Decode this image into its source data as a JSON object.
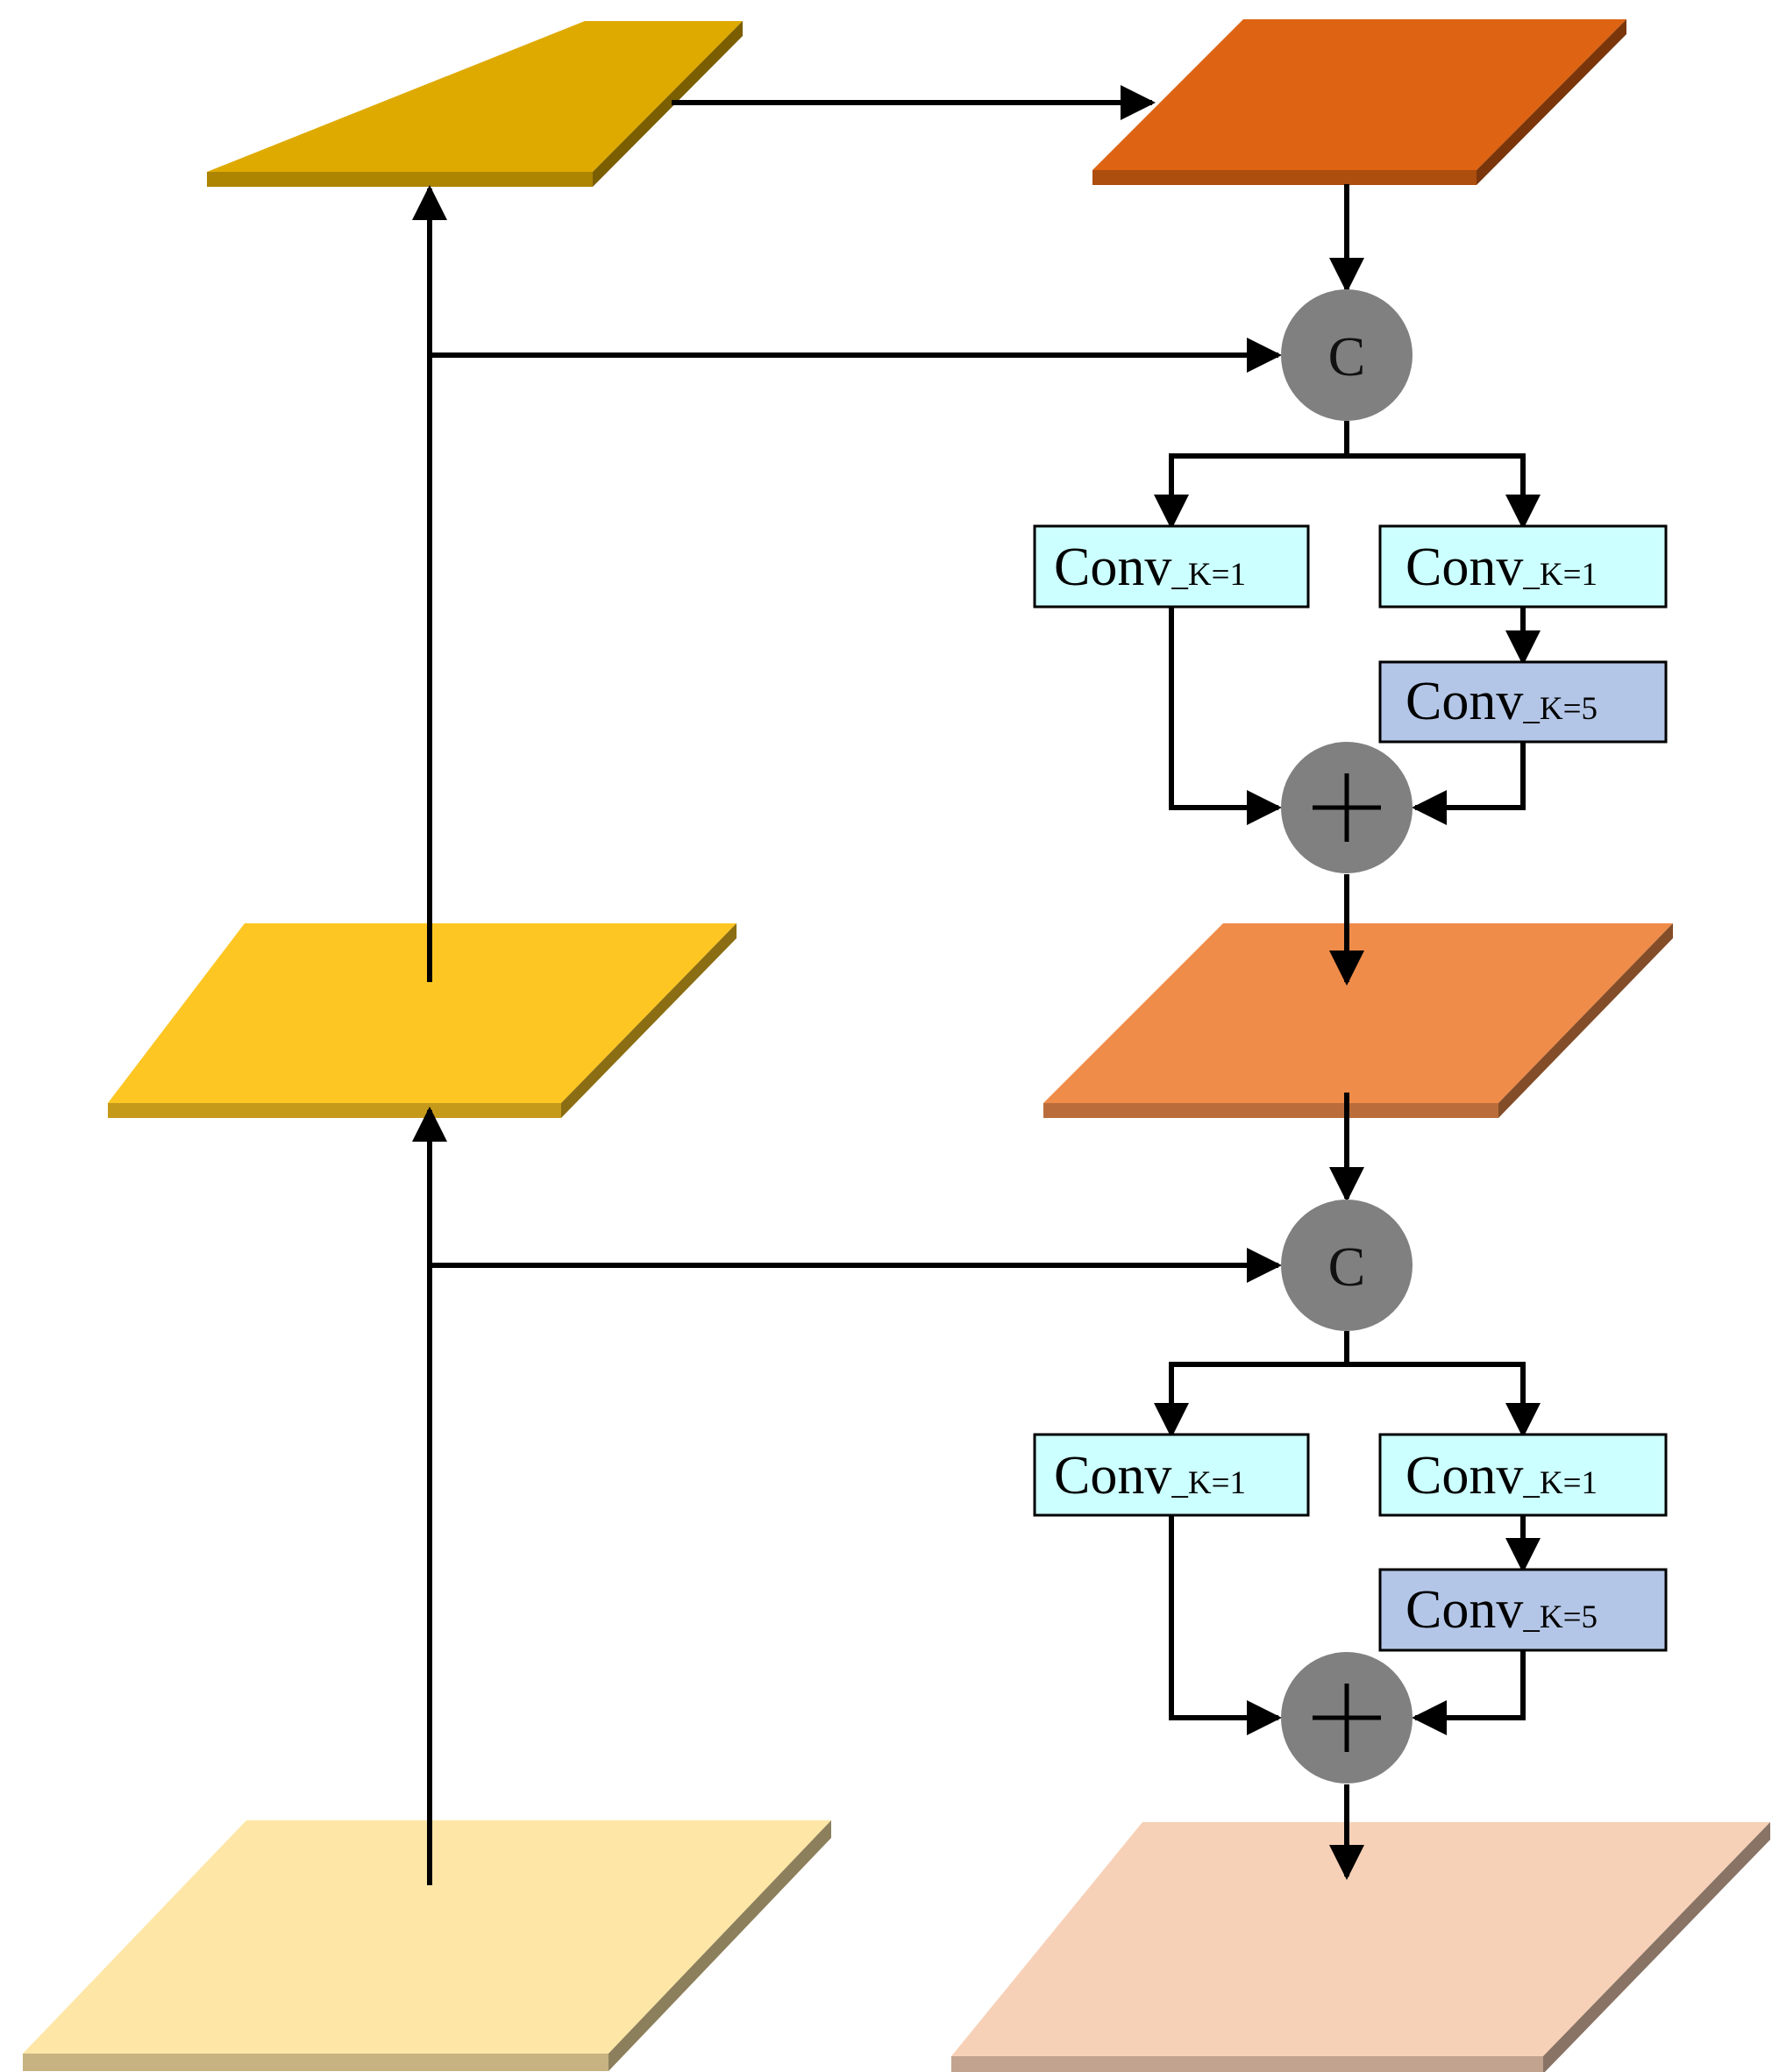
{
  "colors": {
    "backbone_top": "#DEAA00",
    "backbone_mid": "#FDC623",
    "backbone_bottom": "#FEE6A6",
    "fpn_top": "#DE6312",
    "fpn_mid": "#EF8C4A",
    "fpn_bottom": "#F7D1B7",
    "conv_k1": "#CCFFFF",
    "conv_k5": "#B4C6E7",
    "operator": "#808080"
  },
  "operators": {
    "concat_symbol": "C"
  },
  "blocks": [
    {
      "concat": "C",
      "conv_left": {
        "label": "Conv",
        "sub": "_K=1"
      },
      "conv_right": {
        "label": "Conv",
        "sub": "_K=1"
      },
      "conv_depthwise": {
        "label": "Conv",
        "sub": "_K=5"
      }
    },
    {
      "concat": "C",
      "conv_left": {
        "label": "Conv",
        "sub": "_K=1"
      },
      "conv_right": {
        "label": "Conv",
        "sub": "_K=1"
      },
      "conv_depthwise": {
        "label": "Conv",
        "sub": "_K=5"
      }
    }
  ]
}
